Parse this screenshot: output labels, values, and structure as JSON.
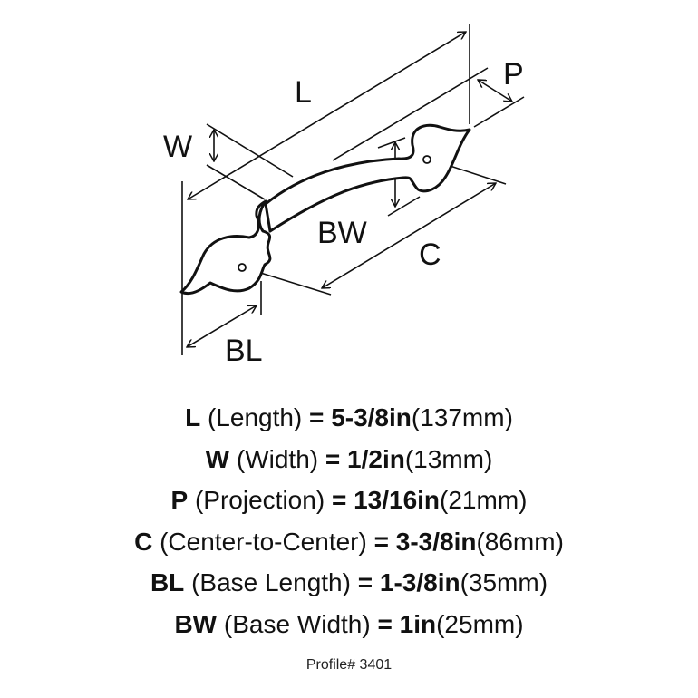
{
  "diagram_labels": {
    "L": "L",
    "W": "W",
    "P": "P",
    "BW": "BW",
    "C": "C",
    "BL": "BL"
  },
  "specs": [
    {
      "code": "L",
      "name": "(Length)",
      "eq": "=",
      "imperial": "5-3/8in",
      "metric": "(137mm)"
    },
    {
      "code": "W",
      "name": "(Width)",
      "eq": "=",
      "imperial": "1/2in",
      "metric": "(13mm)"
    },
    {
      "code": "P",
      "name": "(Projection)",
      "eq": "=",
      "imperial": "13/16in",
      "metric": "(21mm)"
    },
    {
      "code": "C",
      "name": "(Center-to-Center)",
      "eq": "=",
      "imperial": "3-3/8in",
      "metric": "(86mm)"
    },
    {
      "code": "BL",
      "name": "(Base Length)",
      "eq": "=",
      "imperial": "1-3/8in",
      "metric": "(35mm)"
    },
    {
      "code": "BW",
      "name": "(Base Width)",
      "eq": "=",
      "imperial": "1in",
      "metric": "(25mm)"
    }
  ],
  "footer": "Profile# 3401"
}
